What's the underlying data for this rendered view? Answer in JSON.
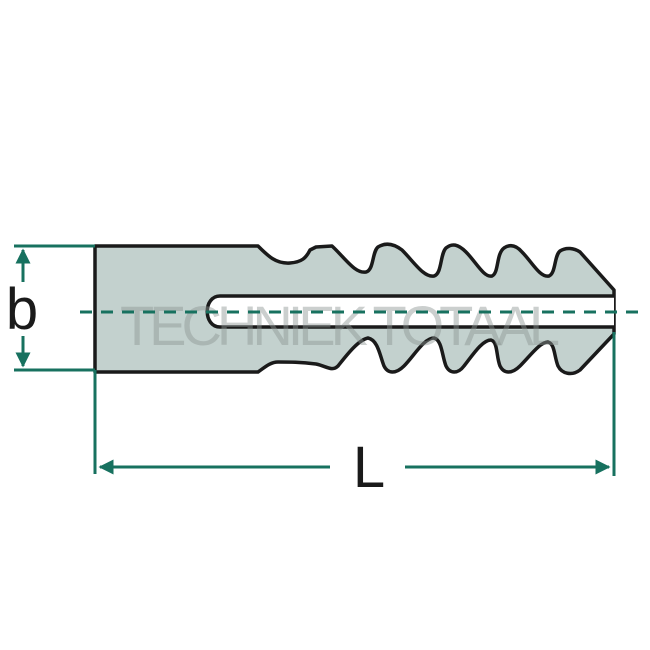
{
  "diagram": {
    "dimension_width_label": "b",
    "dimension_length_label": "L",
    "watermark": "TECHNIEK TOTAAL"
  },
  "colors": {
    "dimension_lines": "#17715f",
    "body_fill": "#c3d1ce",
    "outline": "#1a1a1a",
    "slot_fill": "#ffffff"
  }
}
